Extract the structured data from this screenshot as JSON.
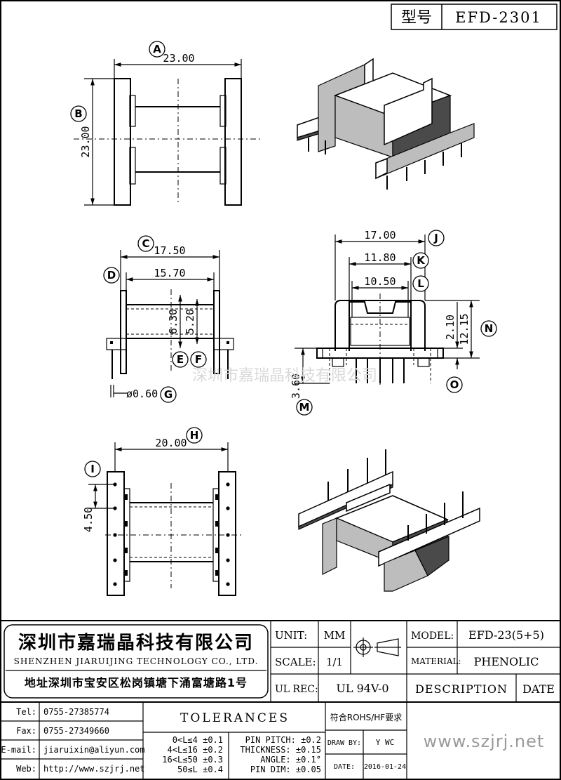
{
  "header": {
    "model_label": "型号",
    "model_value": "EFD-2301"
  },
  "dimensions": {
    "a": "23.00",
    "b": "23.00",
    "c": "17.50",
    "d": "15.70",
    "e": "6.30",
    "f": "5.20",
    "g": "ø0.60",
    "h": "20.00",
    "i": "4.50",
    "j": "17.00",
    "k": "11.80",
    "l": "10.50",
    "m": "3.60",
    "n": "12.15",
    "o": "2.10"
  },
  "callouts": {
    "a": "A",
    "b": "B",
    "c": "C",
    "d": "D",
    "e": "E",
    "f": "F",
    "g": "G",
    "h": "H",
    "i": "I",
    "j": "J",
    "k": "K",
    "l": "L",
    "m": "M",
    "n": "N",
    "o": "O"
  },
  "watermark": "深圳市嘉瑞晶科技有限公司",
  "title_block": {
    "company_cn": "深圳市嘉瑞晶科技有限公司",
    "company_en": "SHENZHEN JIARUIJING TECHNOLOGY CO., LTD.",
    "address": "地址深圳市宝安区松岗镇塘下涌富塘路1号",
    "unit_label": "UNIT:",
    "unit_value": "MM",
    "scale_label": "SCALE:",
    "scale_value": "1/1",
    "model_label": "MODEL:",
    "model_value": "EFD-23(5+5)",
    "material_label": "MATERIAL:",
    "material_value": "PHENOLIC",
    "ul_label": "UL REC:",
    "ul_value": "UL 94V-0",
    "description_label": "DESCRIPTION",
    "date_label": "DATE",
    "tel_label": "Tel:",
    "tel_value": "0755-27385774",
    "fax_label": "Fax:",
    "fax_value": "0755-27349660",
    "email_label": "E-mail:",
    "email_value": "jiaruixin@aliyun.com",
    "web_label": "Web:",
    "web_value": "http://www.szjrj.net",
    "tolerances_label": "TOLERANCES",
    "rohs": "符合ROHS/HF要求",
    "tol_1": "0<L≤4 ±0.1",
    "tol_2": "4<L≤16 ±0.2",
    "tol_3": "16<L≤50 ±0.3",
    "tol_4": "50≤L ±0.4",
    "pin_pitch": "PIN PITCH: ±0.2",
    "thickness": "THICKNESS: ±0.15",
    "angle": "ANGLE: ±0.1°",
    "pin_dim": "PIN DIM: ±0.05",
    "drawn_by_label": "DRAW BY:",
    "drawn_by_value": "Y WC",
    "website": "www.szjrj.net",
    "date_row_label": "DATE:",
    "date_row_value": "2016-01-24"
  }
}
